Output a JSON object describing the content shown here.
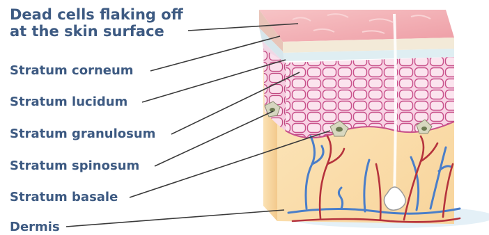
{
  "labels": {
    "surface_line1": "Dead cells flaking off",
    "surface_line2": "at the skin surface",
    "corneum": "Stratum corneum",
    "lucidum": "Stratum lucidum",
    "granulosum": "Stratum granulosum",
    "spinosum": "Stratum spinosum",
    "basale": "Stratum basale",
    "dermis": "Dermis"
  },
  "colors": {
    "label_text": "#3d5a82",
    "leader_line": "#3a3a3a",
    "surface_layer": "#f2b3b8",
    "cell_layer": "#f6cfe0",
    "cell_border": "#c8508a",
    "dermis": "#fbe0b0",
    "artery": "#b5323c",
    "vein": "#4a7ec9"
  }
}
